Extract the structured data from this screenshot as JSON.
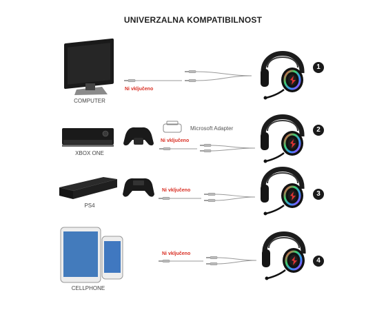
{
  "title": "UNIVERZALNA KOMPATIBILNOST",
  "rows": [
    {
      "device": "COMPUTER",
      "status": "Ni vključeno",
      "number": "1"
    },
    {
      "device": "XBOX ONE",
      "status": "Ni vključeno",
      "number": "2",
      "adapter": "Microsoft Adapter"
    },
    {
      "device": "PS4",
      "status": "Ni vključeno",
      "number": "3"
    },
    {
      "device": "CELLPHONE",
      "status": "Ni vključeno",
      "number": "4"
    }
  ],
  "colors": {
    "status": "#d93025",
    "device": "#1a1a1a",
    "headset_glow": [
      "#ff3b3b",
      "#3bd16f",
      "#3b8bff",
      "#b43bff"
    ]
  },
  "icons": [
    "monitor-icon",
    "xbox-console-icon",
    "xbox-controller-icon",
    "adapter-icon",
    "ps4-console-icon",
    "ps4-controller-icon",
    "tablet-icon",
    "smartphone-icon",
    "audio-cable-icon",
    "splitter-cable-icon",
    "headset-icon"
  ]
}
